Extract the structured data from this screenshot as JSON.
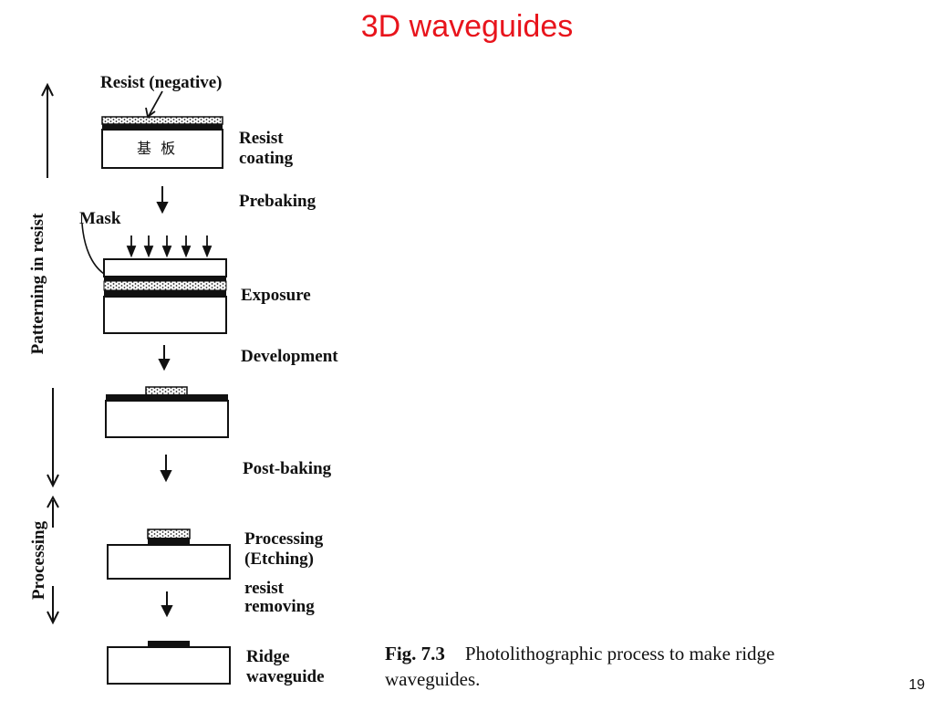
{
  "slide": {
    "title": "3D waveguides",
    "page_number": "19"
  },
  "diagram": {
    "top_label": "Resist (negative)",
    "mask_label": "Mask",
    "substrate_label": "基  板",
    "steps": {
      "resist_coating": [
        "Resist",
        "coating"
      ],
      "prebaking": "Prebaking",
      "exposure": "Exposure",
      "development": "Development",
      "post_baking": "Post-baking",
      "processing": [
        "Processing",
        "(Etching)"
      ],
      "resist_removing": [
        "resist",
        "removing"
      ],
      "ridge_waveguide": [
        "Ridge",
        "waveguide"
      ]
    },
    "side_labels": {
      "patterning": "Patterning in resist",
      "processing": "Processing"
    }
  },
  "caption": {
    "figure": "Fig. 7.3",
    "text_line1": "Photolithographic process to make ridge",
    "text_line2": "waveguides."
  }
}
